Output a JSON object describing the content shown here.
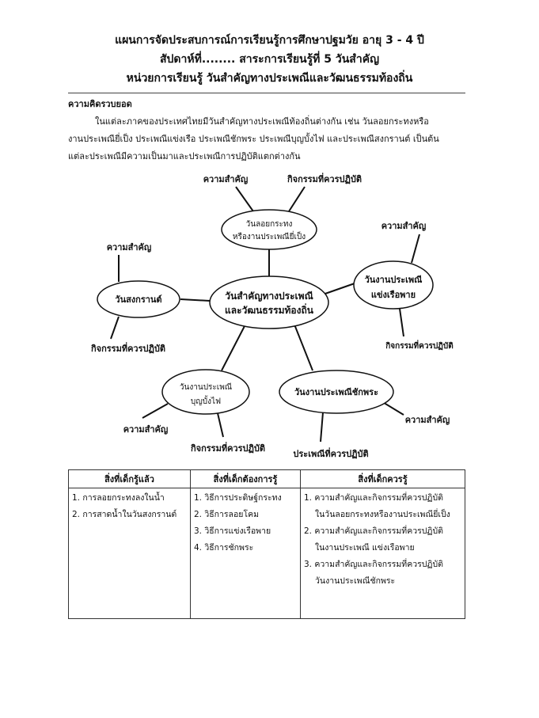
{
  "header": {
    "line1": "แผนการจัดประสบการณ์การเรียนรู้การศึกษาปฐมวัย อายุ 3 - 4 ปี",
    "line2": "สัปดาห์ที่........ สาระการเรียนรู้ที่ 5 วันสำคัญ",
    "line3": "หน่วยการเรียนรู้ วันสำคัญทางประเพณีและวัฒนธรรมท้องถิ่น"
  },
  "concept": {
    "heading": "ความคิดรวบยอด",
    "lines": [
      "ในแต่ละภาคของประเทศไทยมีวันสำคัญทางประเพณีท้องถิ่นต่างกัน เช่น วันลอยกระทงหรือ",
      "งานประเพณียี่เป็ง ประเพณีแข่งเรือ ประเพณีชักพระ ประเพณีบุญบั้งไฟ และประเพณีสงกรานต์ เป็นต้น",
      "แต่ละประเพณีมีความเป็นมาและประเพณีการปฏิบัติแตกต่างกัน"
    ]
  },
  "diagram": {
    "center": [
      "วันสำคัญทางประเพณี",
      "และวัฒนธรรมท้องถิ่น"
    ],
    "top": {
      "name": [
        "วันลอยกระทง",
        "หรืองานประเพณียี่เป็ง"
      ],
      "a": "ความสำคัญ",
      "b": "กิจกรรมที่ควรปฏิบัติ"
    },
    "right": {
      "name": [
        "วันงานประเพณี",
        "แข่งเรือพาย"
      ],
      "a": "ความสำคัญ",
      "b": "กิจกรรมที่ควรปฏิบัติ"
    },
    "left": {
      "name": [
        "วันสงกรานต์"
      ],
      "a": "ความสำคัญ",
      "b": "กิจกรรมที่ควรปฏิบัติ"
    },
    "bottom_left": {
      "name": [
        "วันงานประเพณี",
        "บุญบั้งไฟ"
      ],
      "a": "ความสำคัญ",
      "b": "กิจกรรมที่ควรปฏิบัติ"
    },
    "bottom_right": {
      "name": [
        "วันงานประเพณีชักพระ"
      ],
      "a": "ความสำคัญ",
      "b": "ประเพณีที่ควรปฏิบัติ"
    }
  },
  "table": {
    "headers": [
      "สิ่งที่เด็กรู้แล้ว",
      "สิ่งที่เด็กต้องการรู้",
      "สิ่งที่เด็กควรรู้"
    ],
    "col1": [
      "1. การลอยกระทงลงในน้ำ",
      "2. การสาดน้ำในวันสงกรานต์"
    ],
    "col2": [
      "1. วิธีการประดิษฐ์กระทง",
      "2. วิธีการลอยโคม",
      "3. วิธีการแข่งเรือพาย",
      "4. วิธีการชักพระ"
    ],
    "col3": [
      "1. ความสำคัญและกิจกรรมที่ควรปฏิบัติ",
      "ในวันลอยกระทงหรืองานประเพณียี่เป็ง",
      "2. ความสำคัญและกิจกรรมที่ควรปฏิบัติ",
      "ในงานประเพณี แข่งเรือพาย",
      "3. ความสำคัญและกิจกรรมที่ควรปฏิบัติ",
      "วันงานประเพณีชักพระ"
    ]
  }
}
